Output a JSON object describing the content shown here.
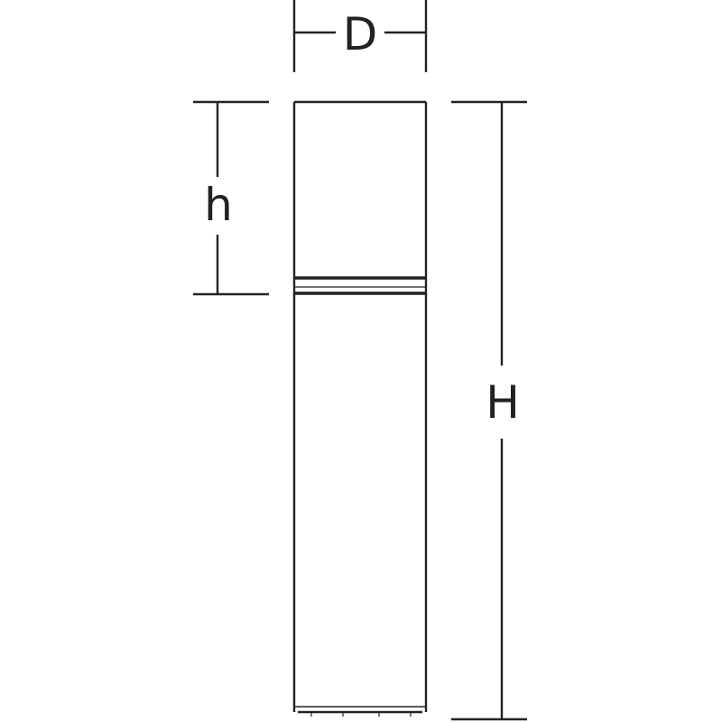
{
  "labels": {
    "diameter": "D",
    "head_height": "h",
    "total_height": "H"
  },
  "colors": {
    "line": "#222222",
    "background": "#ffffff"
  }
}
